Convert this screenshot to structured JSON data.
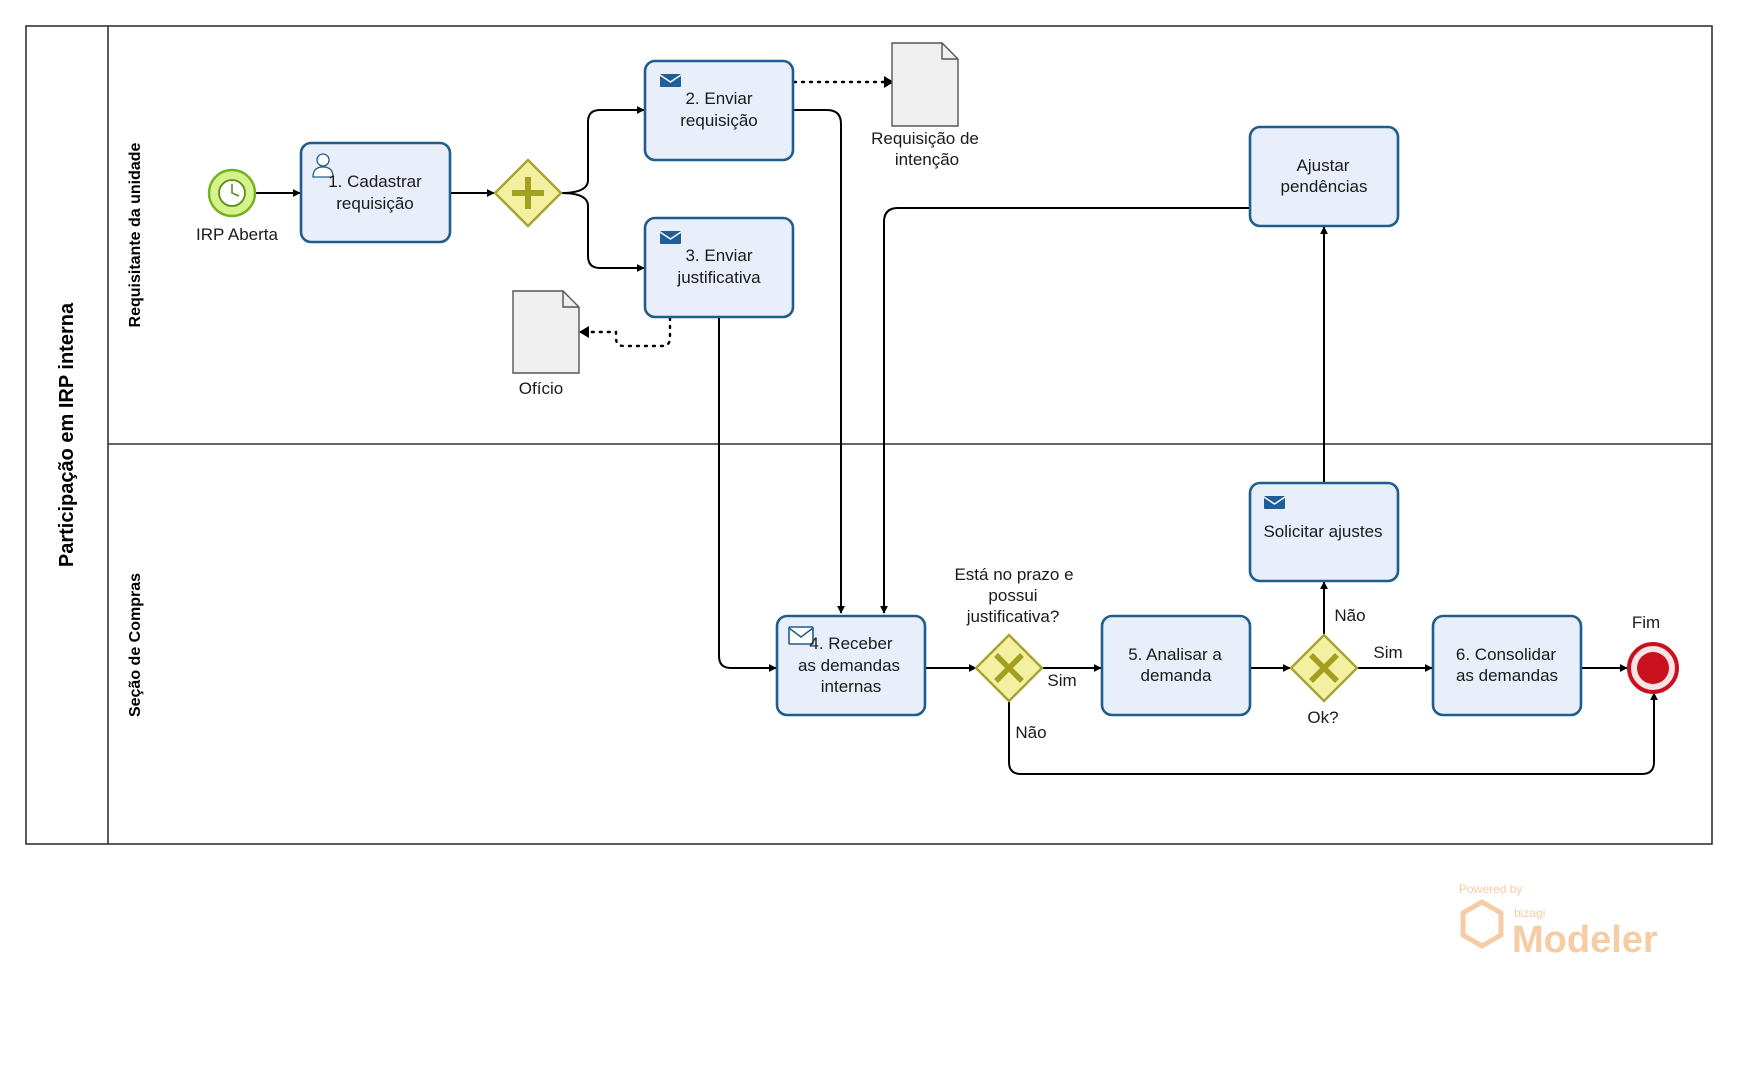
{
  "pool": {
    "title": "Participação em IRP interna",
    "lanes": [
      "Requisitante da unidade",
      "Seção de Compras"
    ]
  },
  "events": {
    "start": "IRP Aberta",
    "end": "Fim"
  },
  "tasks": {
    "cadastrar": [
      "1. Cadastrar",
      "requisição"
    ],
    "enviar_requisicao": [
      "2. Enviar",
      "requisição"
    ],
    "enviar_justificativa": [
      "3. Enviar",
      "justificativa"
    ],
    "ajustar": [
      "Ajustar",
      "pendências"
    ],
    "receber": [
      "4. Receber",
      "as demandas",
      "internas"
    ],
    "analisar": [
      "5. Analisar a",
      "demanda"
    ],
    "solicitar": [
      "Solicitar ajustes"
    ],
    "consolidar": [
      "6. Consolidar",
      "as demandas"
    ]
  },
  "artifacts": {
    "requisicao_intencao": [
      "Requisição de",
      "intenção"
    ],
    "oficio": "Ofício"
  },
  "gateways": {
    "prazo_question": [
      "Está no prazo e",
      "possui",
      "justificativa?"
    ],
    "ok_question": "Ok?"
  },
  "flow_labels": {
    "prazo_sim": "Sim",
    "prazo_nao": "Não",
    "ok_sim": "Sim",
    "ok_nao": "Não"
  },
  "watermark": {
    "powered_by": "Powered by",
    "vendor": "bizagi",
    "product": "Modeler"
  },
  "colors": {
    "task_fill": "#e8eefa",
    "task_stroke": "#1f5d8c",
    "gateway_fill": "#f4f0a2",
    "start_fill": "#d6f28a",
    "end_fill": "#c8101f",
    "watermark": "#f0a35a"
  }
}
